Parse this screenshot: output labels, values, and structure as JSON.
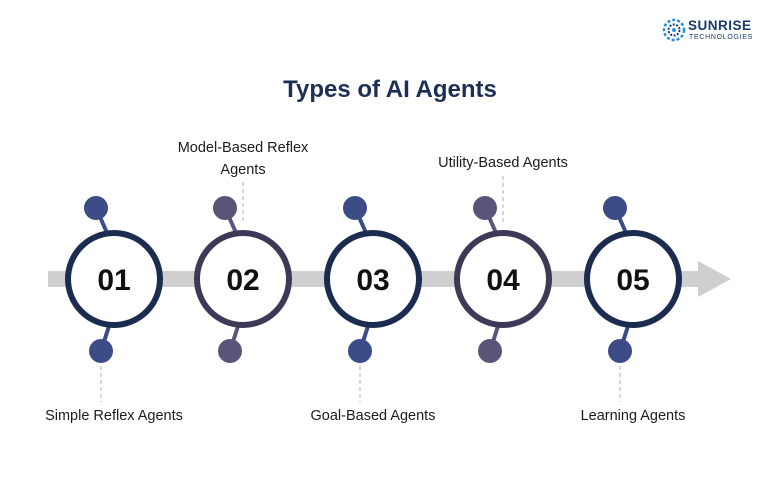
{
  "brand": {
    "name": "SUNRISE",
    "subtitle": "TECHNOLOGIES"
  },
  "title": "Types of AI Agents",
  "steps": [
    {
      "number": "01",
      "label": "Simple Reflex Agents",
      "label_position": "below",
      "dot_color": "#3b4c86",
      "ring_color": "#1c2b50"
    },
    {
      "number": "02",
      "label": "Model-Based Reflex\nAgents",
      "label_position": "above",
      "dot_color": "#5c5478",
      "ring_color": "#3e3957"
    },
    {
      "number": "03",
      "label": "Goal-Based Agents",
      "label_position": "below",
      "dot_color": "#3b4c86",
      "ring_color": "#1c2b50"
    },
    {
      "number": "04",
      "label": "Utility-Based Agents",
      "label_position": "above",
      "dot_color": "#5c5478",
      "ring_color": "#3e3957"
    },
    {
      "number": "05",
      "label": "Learning Agents",
      "label_position": "below",
      "dot_color": "#3b4c86",
      "ring_color": "#1c2b50"
    }
  ],
  "colors": {
    "arrow": "#cfcfcf",
    "title": "#1c2f55",
    "connector": "#cccccc"
  }
}
